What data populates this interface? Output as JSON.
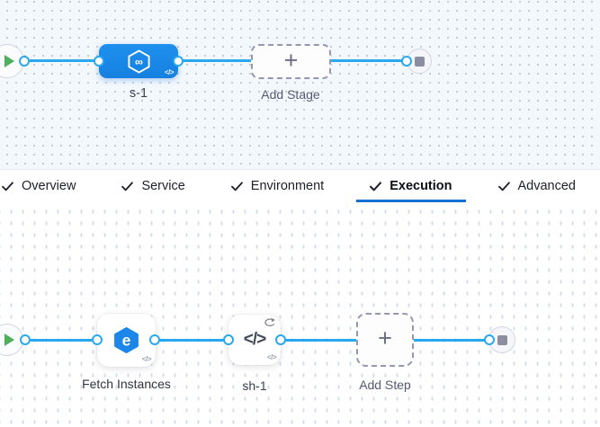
{
  "pipeline_canvas": {
    "stage_node": {
      "label": "s-1",
      "icon_glyph": "∞",
      "code_badge": "</>"
    },
    "add_stage": {
      "label": "Add Stage",
      "plus": "+"
    }
  },
  "config_tabs": {
    "items": [
      {
        "label": "Overview",
        "active": false
      },
      {
        "label": "Service",
        "active": false
      },
      {
        "label": "Environment",
        "active": false
      },
      {
        "label": "Execution",
        "active": true
      },
      {
        "label": "Advanced",
        "active": false
      }
    ]
  },
  "execution_canvas": {
    "steps": [
      {
        "label": "Fetch Instances",
        "icon": "fetch-instances",
        "icon_glyph": "e",
        "code_badge": "</>"
      },
      {
        "label": "sh-1",
        "icon": "shell-script",
        "icon_glyph": "</>",
        "code_badge": "</>",
        "loop_badge": true
      }
    ],
    "add_step": {
      "label": "Add Step",
      "plus": "+"
    }
  },
  "icons": {
    "start": "play",
    "end": "stop",
    "tab_prefix": "checkmark",
    "stage_type": "infinity-hexagon",
    "loop": "looping-strategy"
  },
  "colors": {
    "connector": "#29a8ef",
    "stage_blue": "#1b87e8",
    "active_tab_underline": "#1271d4",
    "play_green": "#4db05b",
    "stop_gray": "#8b8ea1"
  }
}
